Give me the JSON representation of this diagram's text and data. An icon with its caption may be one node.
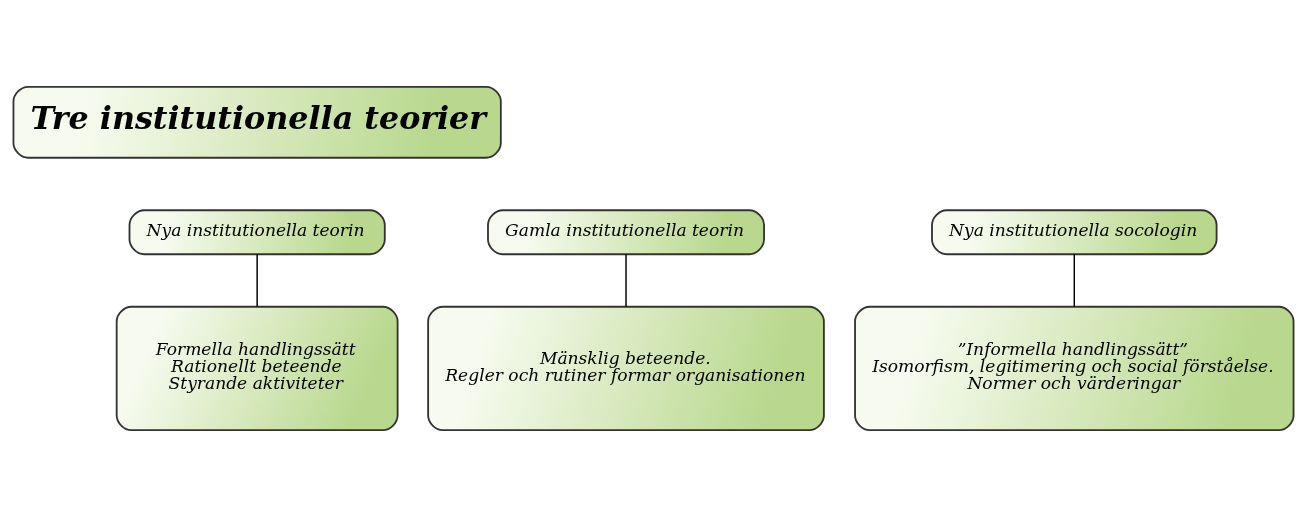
{
  "diagram": {
    "nodes": [
      {
        "text": [
          "Tre institutionella teorier"
        ]
      },
      {
        "text": [
          "Gamla institutionella teorin"
        ]
      },
      {
        "text": [
          "Nya institutionella teorin"
        ]
      },
      {
        "text": [
          "Nya institutionella socologin"
        ]
      },
      {
        "text": [
          "Mänsklig beteende.",
          "Regler och rutiner formar organisationen"
        ]
      },
      {
        "text": [
          "Formella handlingssätt",
          "Rationellt beteende",
          "Styrande aktiviteter"
        ]
      },
      {
        "text": [
          "”Informella handlingssätt”",
          "Isomorfism, legitimering och social förståelse.",
          "Normer och värderingar"
        ]
      }
    ],
    "edges": [
      {
        "from": 1,
        "to": 4,
        "arrow": "none"
      },
      {
        "from": 2,
        "to": 5,
        "arrow": "none"
      },
      {
        "from": 3,
        "to": 6,
        "arrow": "none"
      }
    ]
  }
}
